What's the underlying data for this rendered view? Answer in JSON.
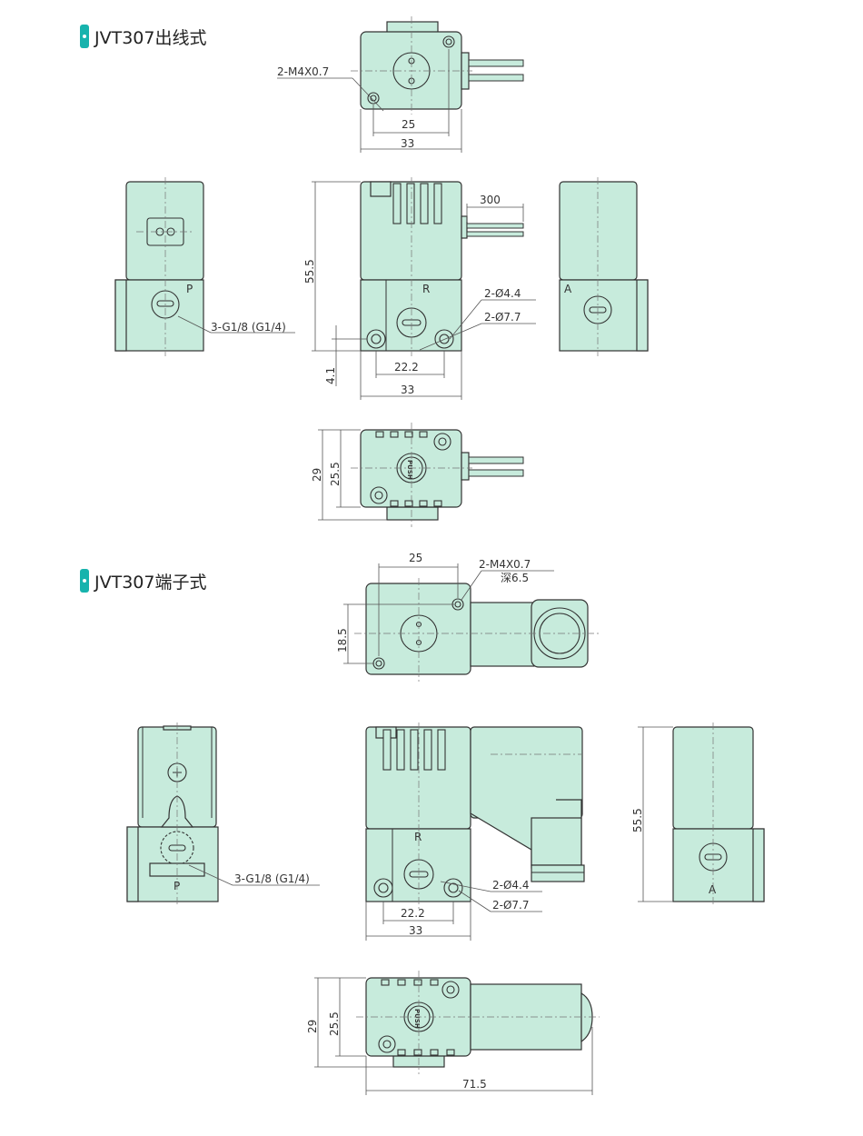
{
  "sections": [
    {
      "title": "JVT307出线式"
    },
    {
      "title": "JVT307端子式"
    }
  ],
  "labels": {
    "s1_thread": "2-M4X0.7",
    "s1_top_width_inner": "25",
    "s1_top_width": "33",
    "s1_cable": "300",
    "s1_height": "55.5",
    "s1_port_p": "P",
    "s1_port_r": "R",
    "s1_port_a": "A",
    "s1_port_thread": "3-G1/8 (G1/4)",
    "s1_hole_small": "2-Ø4.4",
    "s1_hole_large": "2-Ø7.7",
    "s1_offset": "4.1",
    "s1_hole_pitch": "22.2",
    "s1_front_width": "33",
    "s1_bottom_depth_outer": "29",
    "s1_bottom_depth_inner": "25.5",
    "s1_push": "PUSH",
    "s2_top_width_inner": "25",
    "s2_thread": "2-M4X0.7",
    "s2_thread_depth": "深6.5",
    "s2_top_depth": "18.5",
    "s2_port_thread": "3-G1/8 (G1/4)",
    "s2_port_p": "P",
    "s2_port_r": "R",
    "s2_port_a": "A",
    "s2_hole_small": "2-Ø4.4",
    "s2_hole_large": "2-Ø7.7",
    "s2_hole_pitch": "22.2",
    "s2_front_width": "33",
    "s2_height": "55.5",
    "s2_bottom_depth_outer": "29",
    "s2_bottom_depth_inner": "25.5",
    "s2_push": "PUSH",
    "s2_total_length": "71.5"
  },
  "colors": {
    "body_fill": "#c7ebdc",
    "accent": "#17b3ad",
    "line": "#333333"
  }
}
